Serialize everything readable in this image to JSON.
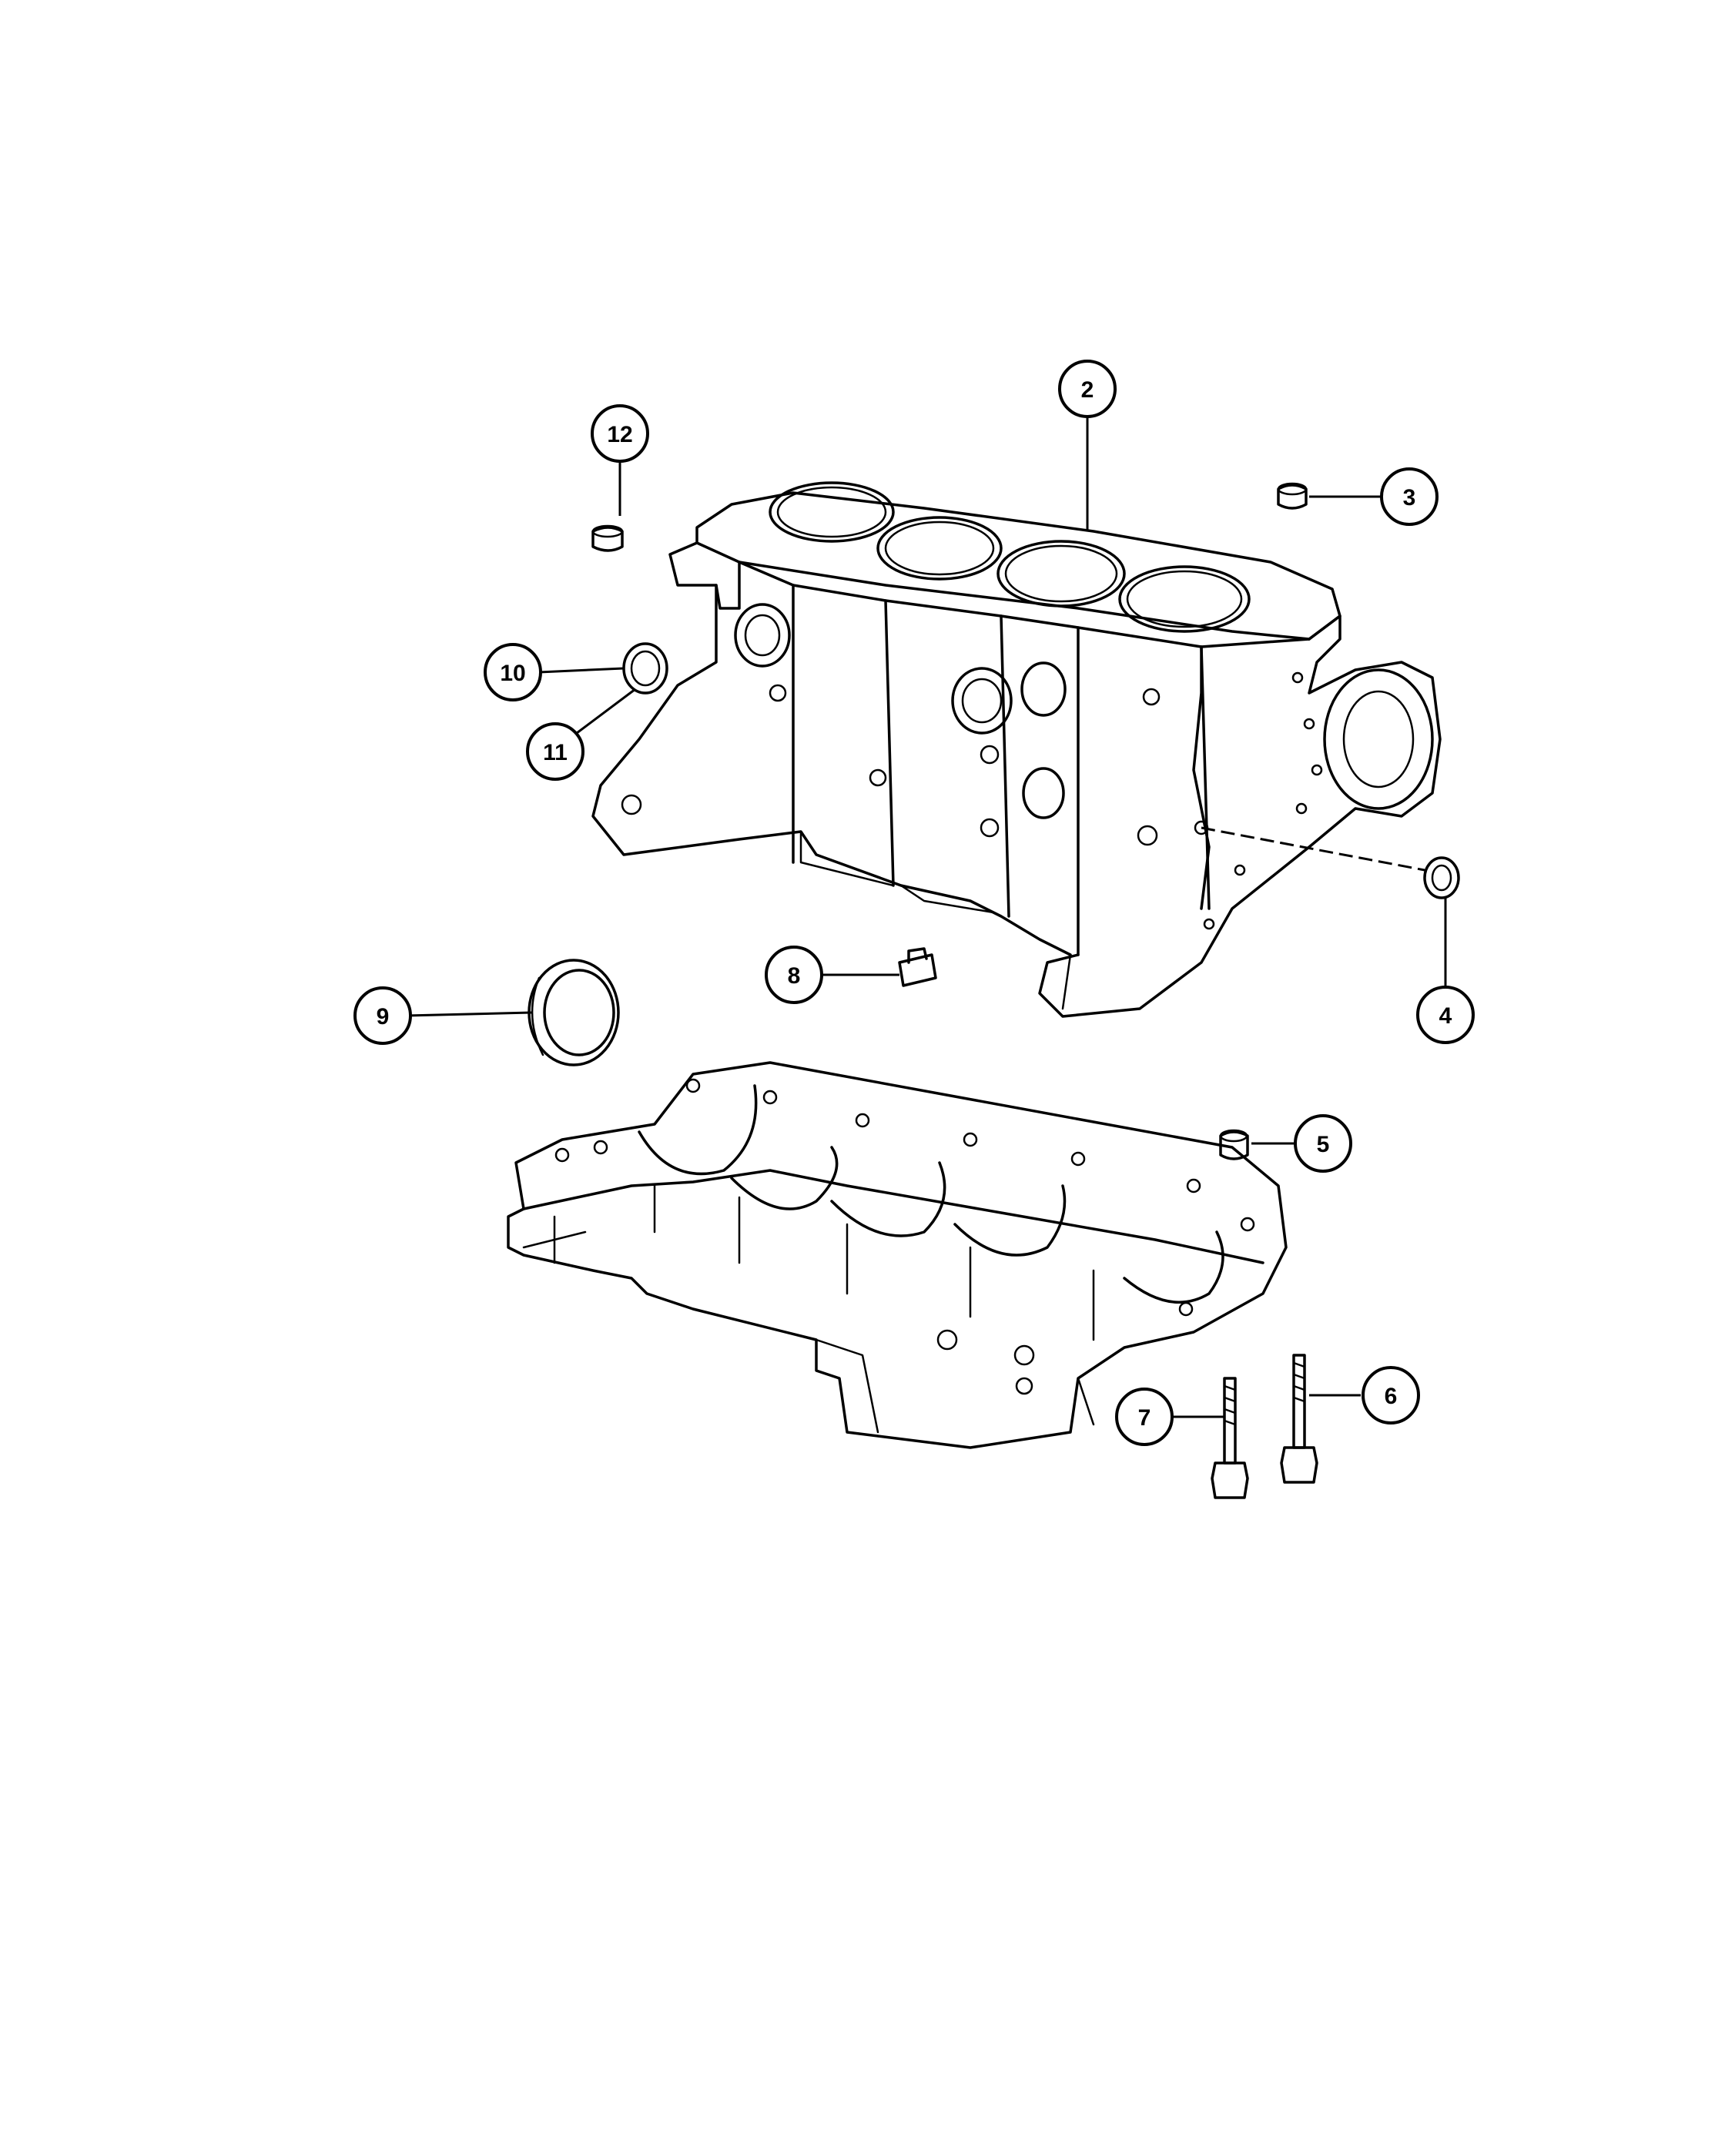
{
  "diagram": {
    "callouts": [
      {
        "id": "c2",
        "label": "2"
      },
      {
        "id": "c3",
        "label": "3"
      },
      {
        "id": "c4",
        "label": "4"
      },
      {
        "id": "c5",
        "label": "5"
      },
      {
        "id": "c6",
        "label": "6"
      },
      {
        "id": "c7",
        "label": "7"
      },
      {
        "id": "c8",
        "label": "8"
      },
      {
        "id": "c9",
        "label": "9"
      },
      {
        "id": "c10",
        "label": "10"
      },
      {
        "id": "c11",
        "label": "11"
      },
      {
        "id": "c12",
        "label": "12"
      }
    ]
  }
}
